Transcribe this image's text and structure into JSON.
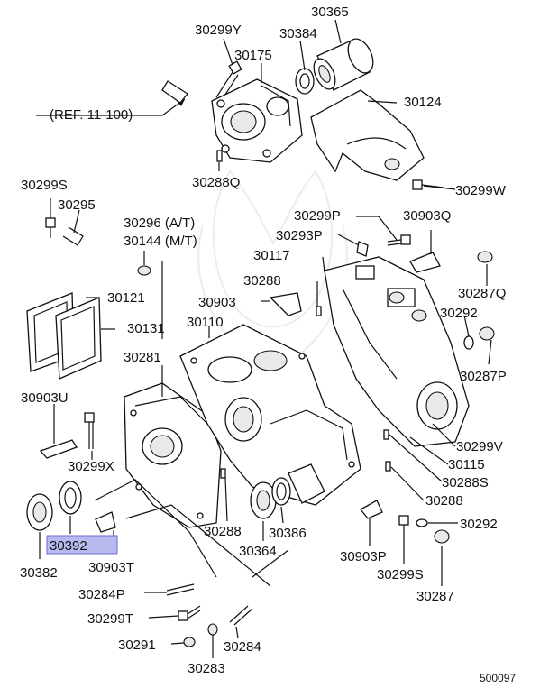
{
  "diagram": {
    "code": "500097",
    "reference": "(REF. 11-100)",
    "highlight_color": "#b8b9ef",
    "labels": {
      "p30299Y": "30299Y",
      "p30365": "30365",
      "p30384": "30384",
      "p30175": "30175",
      "p30124": "30124",
      "p30288Q": "30288Q",
      "p30299W": "30299W",
      "p30299S_top": "30299S",
      "p30295": "30295",
      "p30296": "30296 (A/T)",
      "p30144": "30144 (M/T)",
      "p30299P_top": "30299P",
      "p30903Q": "30903Q",
      "p30293P": "30293P",
      "p30117": "30117",
      "p30287Q": "30287Q",
      "p30288_mid": "30288",
      "p30121": "30121",
      "p30903_mid": "30903",
      "p30110": "30110",
      "p30292_right": "30292",
      "p30131": "30131",
      "p30287P": "30287P",
      "p30281": "30281",
      "p30903U": "30903U",
      "p30299V": "30299V",
      "p30115": "30115",
      "p30299X": "30299X",
      "p30288S": "30288S",
      "p30288_right": "30288",
      "p30292_low": "30292",
      "p30288_low": "30288",
      "p30386": "30386",
      "p30392": "30392",
      "p30364": "30364",
      "p30903P": "30903P",
      "p30299S_low": "30299S",
      "p30382": "30382",
      "p30903T": "30903T",
      "p30287": "30287",
      "p30284P": "30284P",
      "p30299T": "30299T",
      "p30291": "30291",
      "p30284": "30284",
      "p30283": "30283"
    }
  }
}
